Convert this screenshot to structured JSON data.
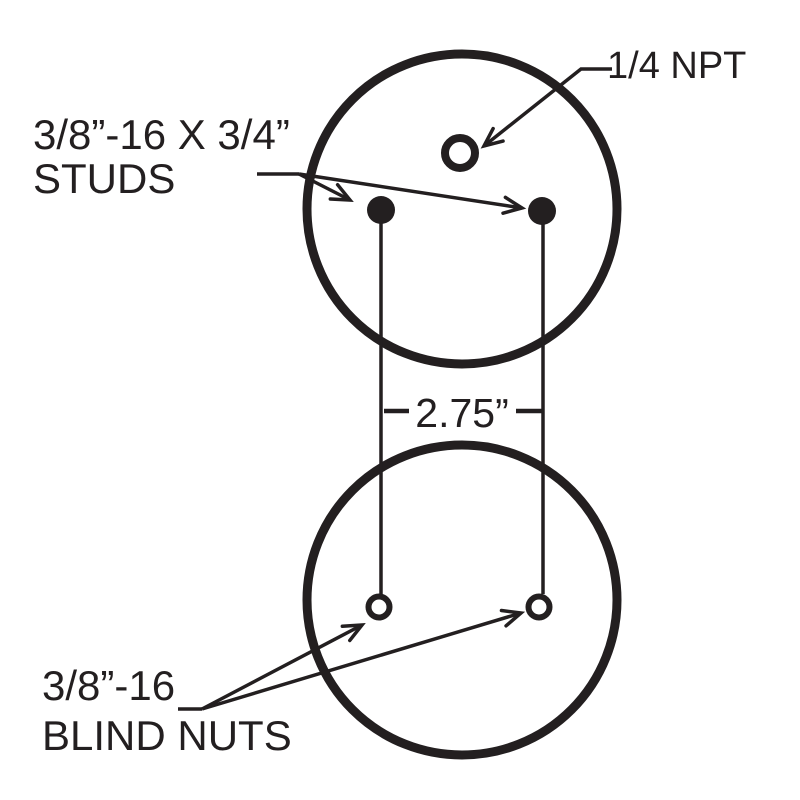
{
  "colors": {
    "ink": "#231f20",
    "background": "#ffffff"
  },
  "labels": {
    "npt_port": "1/4 NPT",
    "studs_spec": "3/8”-16 X 3/4”",
    "studs_word": "STUDS",
    "stud_spacing": "2.75”",
    "nuts_spec": "3/8”-16",
    "nuts_word": "BLIND NUTS"
  }
}
